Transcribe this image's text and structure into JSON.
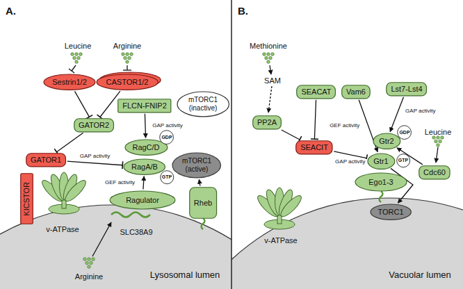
{
  "diagram": {
    "nodes": [
      {
        "text": [
          "Sestrin1/2"
        ]
      },
      {
        "text": [
          "CASTOR1/2"
        ]
      },
      {
        "text": [
          "mTORC1 (inactive)"
        ]
      },
      {
        "text": [
          "FLCN-FNIP2"
        ]
      },
      {
        "text": [
          "GATOR2"
        ]
      },
      {
        "text": [
          "RagC/D"
        ]
      },
      {
        "text": [
          "GDP"
        ]
      },
      {
        "text": [
          "GATOR1"
        ]
      },
      {
        "text": [
          "RagA/B"
        ]
      },
      {
        "text": [
          "GTP"
        ]
      },
      {
        "text": [
          "mTORC1 (active)"
        ]
      },
      {
        "text": [
          "KICSTOR"
        ]
      },
      {
        "text": [
          "Ragulator"
        ]
      },
      {
        "text": [
          "Rheb"
        ]
      },
      {
        "text": [
          "SEACAT"
        ]
      },
      {
        "text": [
          "Vam6"
        ]
      },
      {
        "text": [
          "Lst7-Lst4"
        ]
      },
      {
        "text": [
          "PP2A"
        ]
      },
      {
        "text": [
          "Gtr2"
        ]
      },
      {
        "text": [
          "GDP"
        ]
      },
      {
        "text": [
          "SEACIT"
        ]
      },
      {
        "text": [
          "Gtr1"
        ]
      },
      {
        "text": [
          "GTP"
        ]
      },
      {
        "text": [
          "Cdc60"
        ]
      },
      {
        "text": [
          "Ego1-3"
        ]
      },
      {
        "text": [
          "TORC1"
        ]
      }
    ],
    "edges": [
      {
        "from": 0,
        "to": 4,
        "arrow": "to"
      },
      {
        "from": 1,
        "to": 4,
        "arrow": "to"
      },
      {
        "from": 4,
        "to": 7,
        "arrow": "to"
      },
      {
        "from": 7,
        "to": 8,
        "label": "GAP activity",
        "arrow": "to"
      },
      {
        "from": 3,
        "to": 5,
        "label": "GAP activity",
        "arrow": "to"
      },
      {
        "from": 12,
        "to": 8,
        "label": "GEF activity",
        "arrow": "to"
      },
      {
        "from": 13,
        "to": 10,
        "arrow": "to"
      },
      {
        "from": 17,
        "to": 20,
        "arrow": "to"
      },
      {
        "from": 14,
        "to": 20,
        "arrow": "to"
      },
      {
        "from": 20,
        "to": 21,
        "label": "GAP activity",
        "arrow": "to"
      },
      {
        "from": 15,
        "to": 21,
        "label": "GEF activity",
        "arrow": "to"
      },
      {
        "from": 16,
        "to": 18,
        "label": "GAP activity",
        "arrow": "to"
      },
      {
        "from": 23,
        "to": 18,
        "arrow": "to"
      },
      {
        "from": 21,
        "to": 25,
        "arrow": "to"
      }
    ],
    "labels": [
      "A.",
      "Leucine",
      "Arginine",
      "v-ATPase",
      "SLC38A9",
      "Arginine",
      "Lysosomal lumen",
      "B.",
      "Methionine",
      "SAM",
      "Leucine",
      "v-ATPase",
      "Vacuolar lumen"
    ]
  }
}
